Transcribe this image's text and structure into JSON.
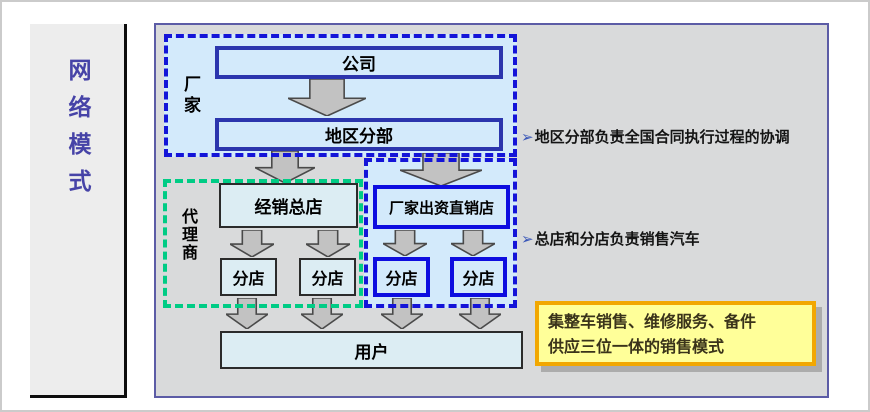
{
  "sidebar": {
    "title": "网络模式"
  },
  "diagram": {
    "factory": {
      "label": "厂家",
      "company": "公司",
      "regional": "地区分部"
    },
    "agent": {
      "label": "代理商",
      "head_store": "经销总店",
      "branch_left": "分店",
      "branch_right": "分店"
    },
    "direct": {
      "store": "厂家出资直销店",
      "branch_left": "分店",
      "branch_right": "分店"
    },
    "users": "用户"
  },
  "annotations": {
    "bullet": "➢",
    "regional_note": "地区分部负责全国合同执行过程的协调",
    "sales_note": "总店和分店负责销售汽车"
  },
  "note": {
    "line1": "集整车销售、维修服务、备件",
    "line2": "供应三位一体的销售模式"
  },
  "colors": {
    "dash_blue": "#1414d8",
    "navy_box_border": "#2b35ad",
    "bright_blue_border": "#0d0de0",
    "dash_green": "#00cc85",
    "light_blue_fill": "#d3eafb",
    "pale_box_fill": "#dcedf3",
    "note_fill": "#ffff99",
    "note_border": "#f2a701",
    "note_shadow": "#acacac",
    "panel_border": "#5c5ca6",
    "sidebar_text": "#4643a7"
  }
}
